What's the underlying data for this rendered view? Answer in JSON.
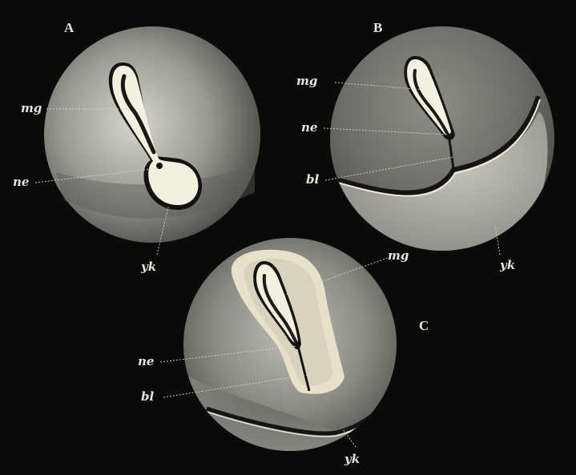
{
  "figure": {
    "colors": {
      "background": "#0a0a09",
      "sphere_light": "#cfcfc6",
      "sphere_dark": "#3a3a38",
      "cavity": "#f3f0df",
      "label": "#e8e4d8"
    },
    "panels": [
      {
        "id": "A",
        "letter": "A",
        "labels": {
          "mg": "mg",
          "ne": "ne",
          "yk": "yk"
        }
      },
      {
        "id": "B",
        "letter": "B",
        "labels": {
          "mg": "mg",
          "ne": "ne",
          "bl": "bl",
          "yk": "yk"
        }
      },
      {
        "id": "C",
        "letter": "C",
        "labels": {
          "mg": "mg",
          "ne": "ne",
          "bl": "bl",
          "yk": "yk"
        }
      }
    ]
  }
}
